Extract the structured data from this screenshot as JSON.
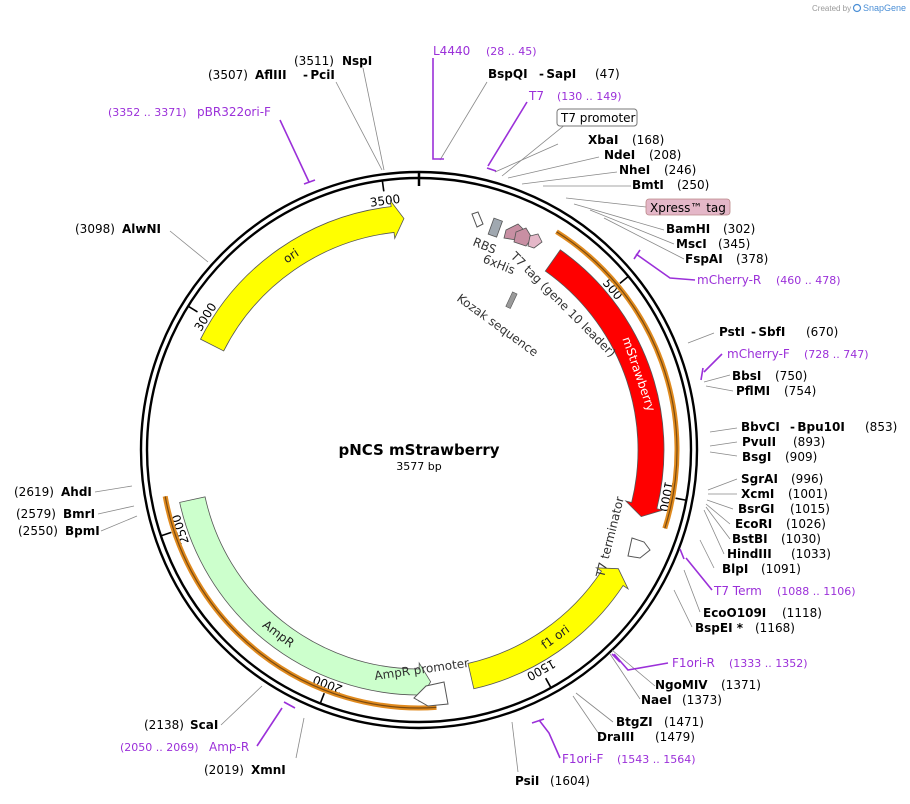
{
  "credit": {
    "prefix": "Created by",
    "brand": "SnapGene"
  },
  "plasmid": {
    "name": "pNCS mStrawberry",
    "length_label": "3577 bp",
    "length": 3577
  },
  "colors": {
    "enzyme": "#000000",
    "primer": "#9b30d9",
    "backbone": "#000000",
    "ori": "#ffff00",
    "mstrawberry": "#ff0000",
    "ampr": "#ccffcc",
    "xpress_tag": "#e4b7c8",
    "his_tag": "#c88fa3",
    "rbs": "#a0a8b0",
    "kozak": "#9a9a9a",
    "orf_stroke": "#e08a1e"
  },
  "ticks": [
    {
      "pos": 500,
      "label": "500"
    },
    {
      "pos": 1000,
      "label": "1000"
    },
    {
      "pos": 1500,
      "label": "1500"
    },
    {
      "pos": 2000,
      "label": "2000"
    },
    {
      "pos": 2500,
      "label": "2500"
    },
    {
      "pos": 3000,
      "label": "3000"
    },
    {
      "pos": 3500,
      "label": "3500"
    }
  ],
  "features": [
    {
      "name": "ori",
      "label": "ori",
      "start": 2950,
      "end": 3540,
      "direction": "cw",
      "color": "#ffff00",
      "track": "inner"
    },
    {
      "name": "mstrawberry",
      "label": "mStrawberry",
      "start": 350,
      "end": 1060,
      "direction": "cw",
      "color": "#ff0000",
      "track": "inner"
    },
    {
      "name": "f1-ori",
      "label": "f1 ori",
      "start": 1200,
      "end": 1660,
      "direction": "ccw",
      "color": "#ffff00",
      "track": "inner"
    },
    {
      "name": "ampr",
      "label": "AmpR",
      "start": 1760,
      "end": 2560,
      "direction": "ccw",
      "color": "#ccffcc",
      "track": "inner"
    }
  ],
  "small_features": [
    {
      "name": "t7-promoter-feature",
      "label": "T7 promoter",
      "pos": 150
    },
    {
      "name": "rbs",
      "label": "RBS",
      "pos": 190
    },
    {
      "name": "6xhis",
      "label": "6xHis",
      "pos": 235
    },
    {
      "name": "t7-tag",
      "label": "T7 tag (gene 10 leader)",
      "pos": 270
    },
    {
      "name": "xpress-tag-feature",
      "label": "Xpress™ tag",
      "pos": 300
    },
    {
      "name": "kozak",
      "label": "Kozak sequence",
      "pos": 335
    },
    {
      "name": "t7-terminator",
      "label": "T7 terminator",
      "pos": 1120
    },
    {
      "name": "ampr-promoter",
      "label": "AmpR promoter",
      "pos": 1720
    }
  ],
  "enzymes_right": [
    {
      "name": "BspQI",
      "extra": "SapI",
      "pos": "(47)"
    },
    {
      "name": "XbaI",
      "extra": "",
      "pos": "(168)"
    },
    {
      "name": "NdeI",
      "extra": "",
      "pos": "(208)"
    },
    {
      "name": "NheI",
      "extra": "",
      "pos": "(246)"
    },
    {
      "name": "BmtI",
      "extra": "",
      "pos": "(250)"
    },
    {
      "name": "BamHI",
      "extra": "",
      "pos": "(302)"
    },
    {
      "name": "MscI",
      "extra": "",
      "pos": "(345)"
    },
    {
      "name": "FspAI",
      "extra": "",
      "pos": "(378)"
    },
    {
      "name": "PstI",
      "extra": "SbfI",
      "pos": "(670)"
    },
    {
      "name": "BbsI",
      "extra": "",
      "pos": "(750)"
    },
    {
      "name": "PflMI",
      "extra": "",
      "pos": "(754)"
    },
    {
      "name": "BbvCI",
      "extra": "Bpu10I",
      "pos": "(853)"
    },
    {
      "name": "PvuII",
      "extra": "",
      "pos": "(893)"
    },
    {
      "name": "BsgI",
      "extra": "",
      "pos": "(909)"
    },
    {
      "name": "SgrAI",
      "extra": "",
      "pos": "(996)"
    },
    {
      "name": "XcmI",
      "extra": "",
      "pos": "(1001)"
    },
    {
      "name": "BsrGI",
      "extra": "",
      "pos": "(1015)"
    },
    {
      "name": "EcoRI",
      "extra": "",
      "pos": "(1026)"
    },
    {
      "name": "BstBI",
      "extra": "",
      "pos": "(1030)"
    },
    {
      "name": "HindIII",
      "extra": "",
      "pos": "(1033)"
    },
    {
      "name": "BlpI",
      "extra": "",
      "pos": "(1091)"
    },
    {
      "name": "EcoO109I",
      "extra": "",
      "pos": "(1118)"
    },
    {
      "name": "BspEI *",
      "extra": "",
      "pos": "(1168)"
    },
    {
      "name": "NgoMIV",
      "extra": "",
      "pos": "(1371)"
    },
    {
      "name": "NaeI",
      "extra": "",
      "pos": "(1373)"
    },
    {
      "name": "BtgZI",
      "extra": "",
      "pos": "(1471)"
    },
    {
      "name": "DraIII",
      "extra": "",
      "pos": "(1479)"
    },
    {
      "name": "PsiI",
      "extra": "",
      "pos": "(1604)"
    }
  ],
  "enzymes_left": [
    {
      "name": "NspI",
      "extra": "",
      "pos": "(3511)"
    },
    {
      "name": "AflIII",
      "extra": "PciI",
      "pos": "(3507)"
    },
    {
      "name": "AlwNI",
      "extra": "",
      "pos": "(3098)"
    },
    {
      "name": "AhdI",
      "extra": "",
      "pos": "(2619)"
    },
    {
      "name": "BmrI",
      "extra": "",
      "pos": "(2579)"
    },
    {
      "name": "BpmI",
      "extra": "",
      "pos": "(2550)"
    },
    {
      "name": "ScaI",
      "extra": "",
      "pos": "(2138)"
    },
    {
      "name": "XmnI",
      "extra": "",
      "pos": "(2019)"
    }
  ],
  "primers": [
    {
      "name": "L4440",
      "range": "(28 .. 45)"
    },
    {
      "name": "T7",
      "range": "(130 .. 149)"
    },
    {
      "name": "mCherry-R",
      "range": "(460 .. 478)"
    },
    {
      "name": "mCherry-F",
      "range": "(728 .. 747)"
    },
    {
      "name": "T7 Term",
      "range": "(1088 .. 1106)"
    },
    {
      "name": "F1ori-R",
      "range": "(1333 .. 1352)"
    },
    {
      "name": "F1ori-F",
      "range": "(1543 .. 1564)"
    },
    {
      "name": "Amp-R",
      "range": "(2050 .. 2069)"
    },
    {
      "name": "pBR322ori-F",
      "range": "(3352 .. 3371)"
    }
  ]
}
